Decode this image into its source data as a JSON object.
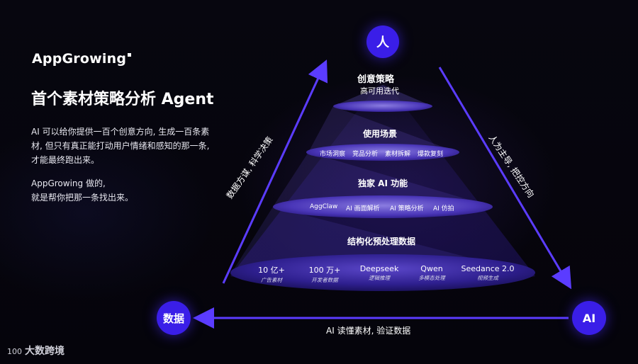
{
  "brand": {
    "logo_text": "AppGrowing"
  },
  "title": "首个素材策略分析 Agent",
  "description": {
    "p1": "AI 可以给你提供一百个创意方向, 生成一百条素材, 但只有真正能打动用户情绪和感知的那一条, 才能最终跑出来。",
    "p2_line1": "AppGrowing 做的,",
    "p2_line2": "就是帮你把那一条找出来。"
  },
  "nodes": {
    "human": "人",
    "data": "数据",
    "ai": "AI"
  },
  "edges": {
    "left": "数据方谋, 科学决策",
    "right": "人为主导, 把控方向",
    "bottom": "AI  读懂素材, 验证数据"
  },
  "pyramid": {
    "level1": {
      "title": "创意策略",
      "subtitle": "高可用迭代"
    },
    "level2": {
      "title": "使用场景",
      "tags": [
        "市场洞察",
        "竞品分析",
        "素材拆解",
        "爆款复刻"
      ]
    },
    "level3": {
      "title": "独家 AI 功能",
      "tags": [
        "AggClaw",
        "AI 画面解析",
        "AI 策略分析",
        "AI 仿拍"
      ]
    },
    "level4": {
      "title": "结构化预处理数据",
      "items": [
        {
          "value": "10 亿+",
          "sub": "广告素材"
        },
        {
          "value": "100 万+",
          "sub": "开发者数据"
        },
        {
          "value": "Deepseek",
          "sub": "逻辑推理"
        },
        {
          "value": "Qwen",
          "sub": "多模态处理"
        },
        {
          "value": "Seedance 2.0",
          "sub": "视频生成"
        }
      ]
    }
  },
  "footer": {
    "text": "大数跨境",
    "mark": "100"
  },
  "colors": {
    "accent": "#3a1ee8",
    "arrow": "#5b3cff",
    "background": "#05040c"
  }
}
